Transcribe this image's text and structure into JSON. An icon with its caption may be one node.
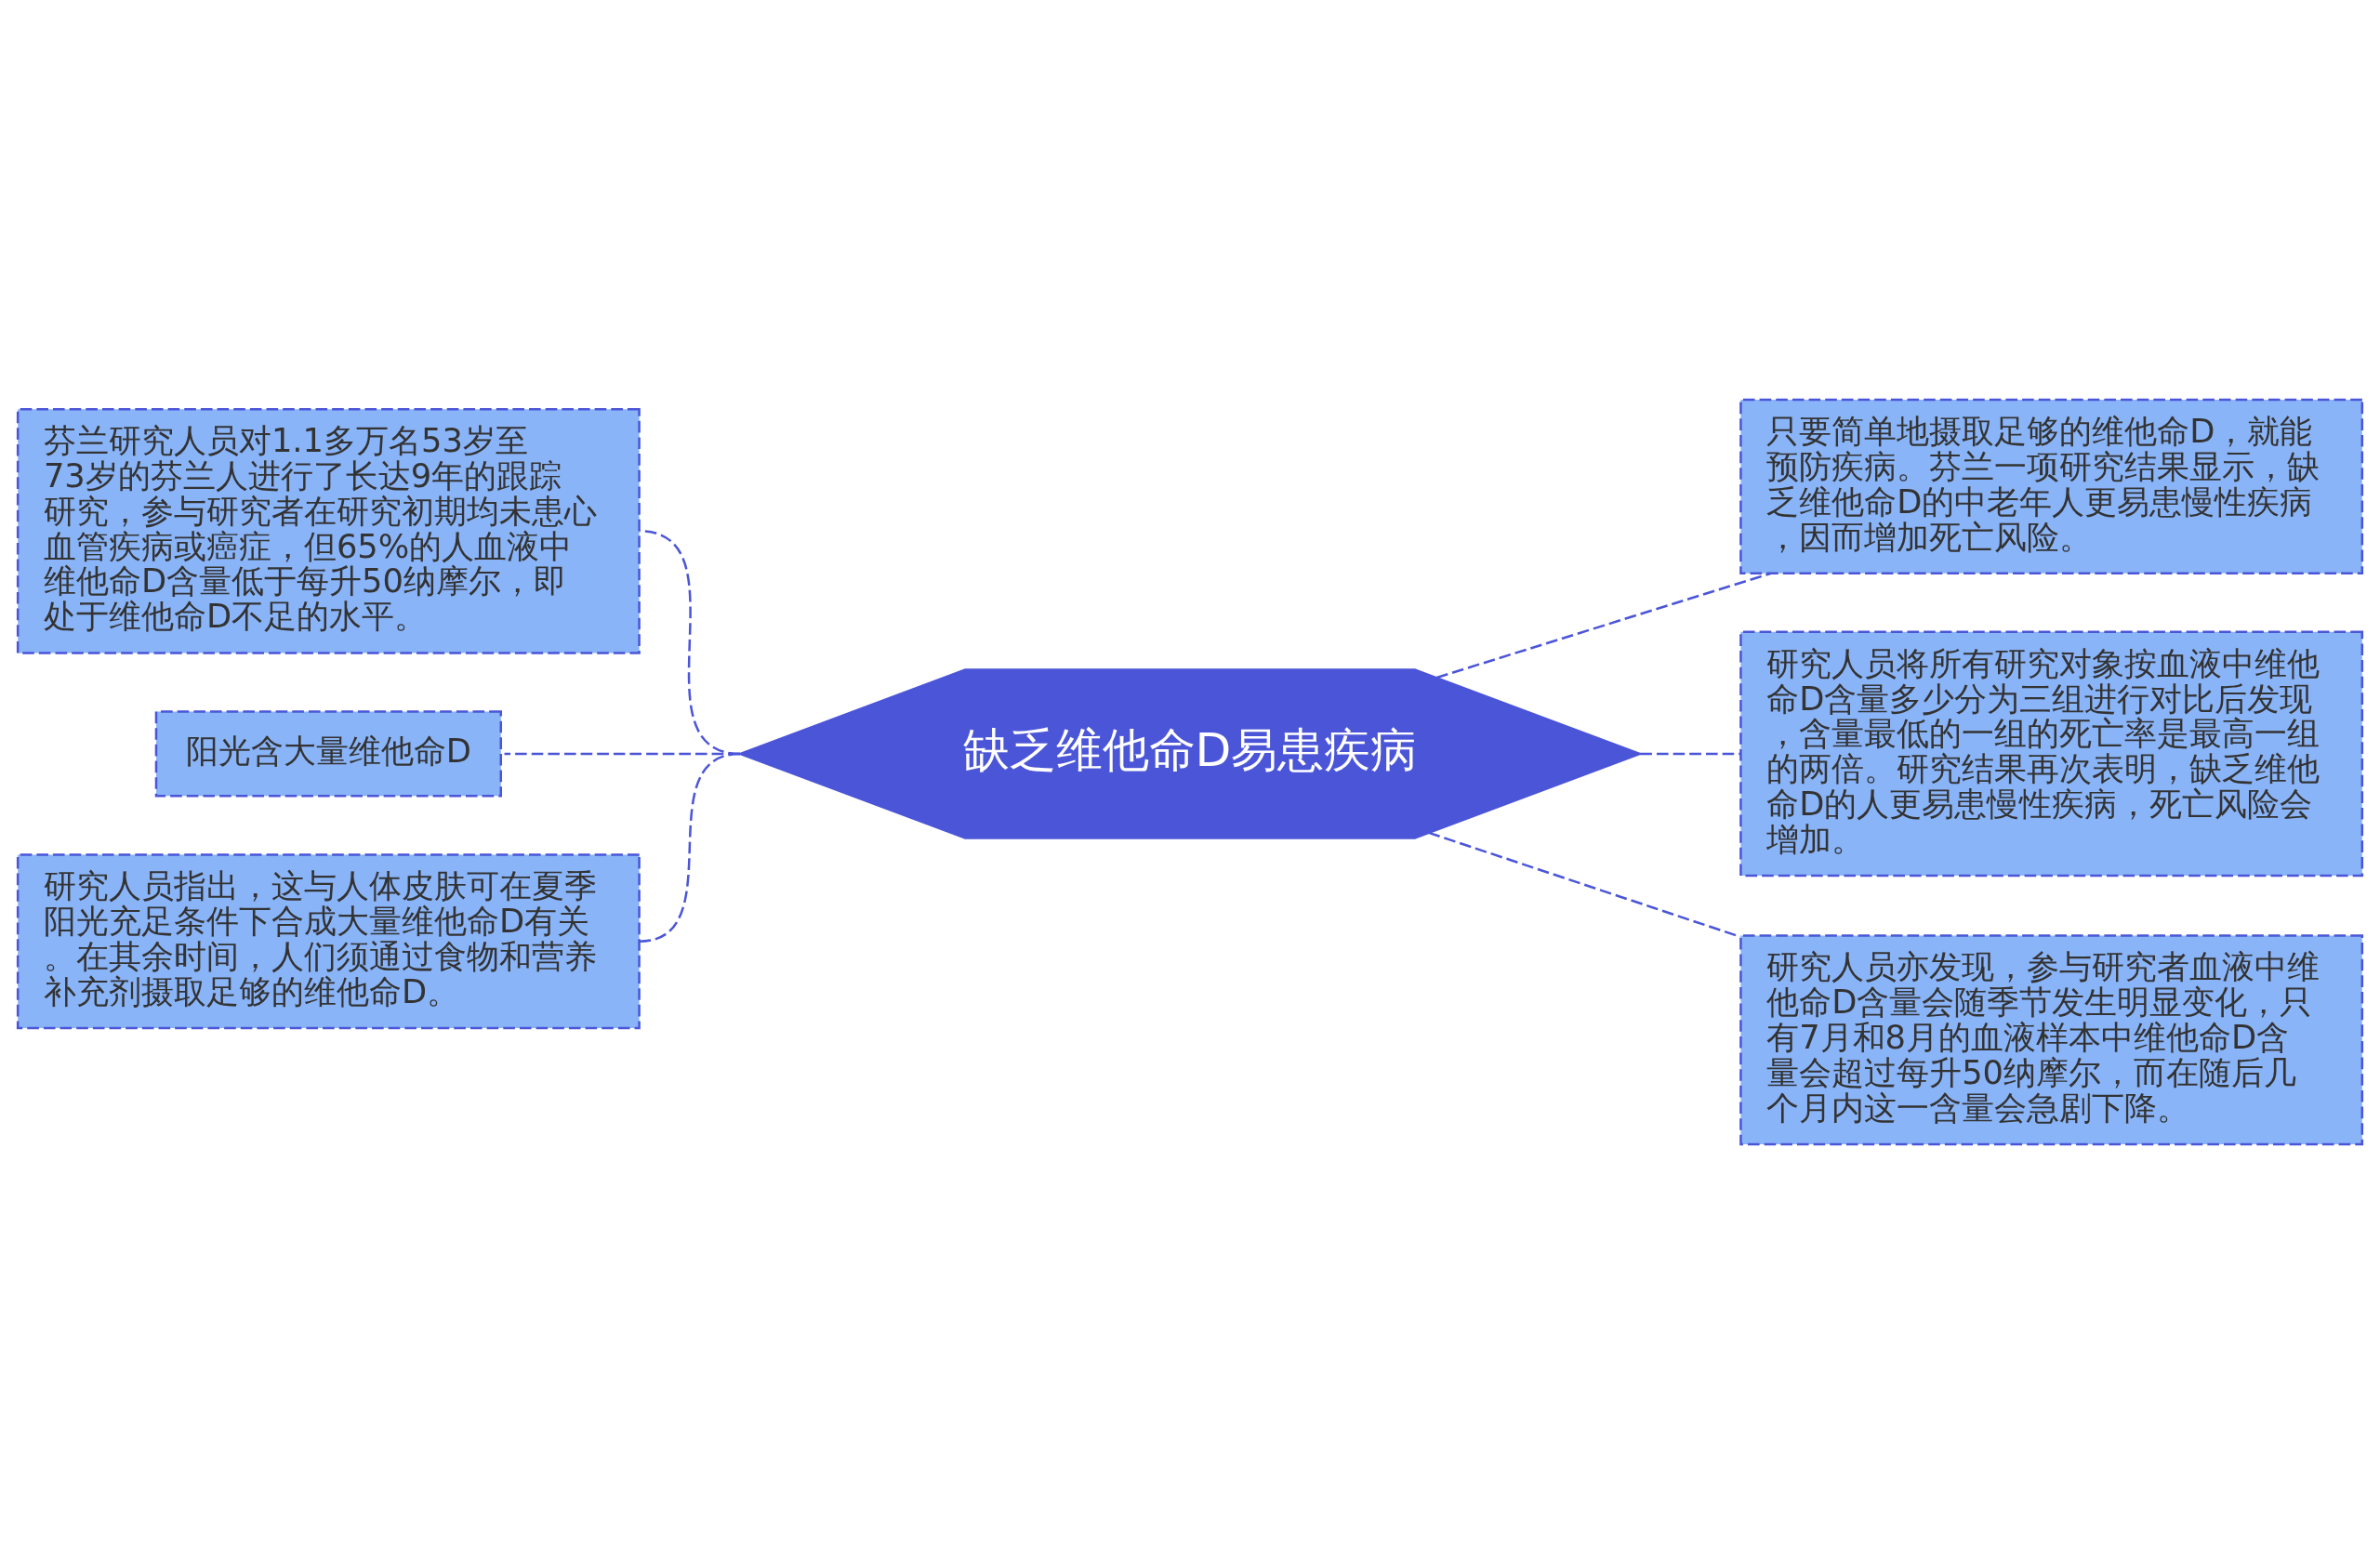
{
  "diagram": {
    "nodes": [
      {
        "text": [
          "缺乏维他命D易患疾病"
        ]
      },
      {
        "text": [
          "芬兰研究人员对1.1多万名53岁至73岁的芬兰人进行了长达9年的跟踪研究，参与研究者在研究初期均未患心血管疾病或癌症，但65%的人血液中维他命D含量低于每升50纳摩尔，即处于维他命D不足的水平。"
        ]
      },
      {
        "text": [
          "阳光含大量维他命D"
        ]
      },
      {
        "text": [
          "研究人员指出，这与人体皮肤可在夏季阳光充足条件下合成大量维他命D有关。在其余时间，人们须通过食物和营养补充剂摄取足够的维他命D。"
        ]
      },
      {
        "text": [
          "只要简单地摄取足够的维他命D，就能预防疾病。芬兰一项研究结果显示，缺乏维他命D的中老年人更易患慢性疾病，因而增加死亡风险。"
        ]
      },
      {
        "text": [
          "研究人员将所有研究对象按血液中维他命D含量多少分为三组进行对比后发现，含量最低的一组的死亡率是最高一组的两倍。研究结果再次表明，缺乏维他命D的人更易患慢性疾病，死亡风险会增加。"
        ]
      },
      {
        "text": [
          "研究人员亦发现，参与研究者血液中维他命D含量会随季节发生明显变化，只有7月和8月的血液样本中维他命D含量会超过每升50纳摩尔，而在随后几个月内这一含量会急剧下降。"
        ]
      }
    ],
    "edges": [
      {
        "from": 0,
        "to": 1,
        "arrow": "none",
        "style": "dashed"
      },
      {
        "from": 0,
        "to": 2,
        "arrow": "none",
        "style": "dashed"
      },
      {
        "from": 0,
        "to": 3,
        "arrow": "none",
        "style": "dashed"
      },
      {
        "from": 0,
        "to": 4,
        "arrow": "none",
        "style": "dashed"
      },
      {
        "from": 0,
        "to": 5,
        "arrow": "none",
        "style": "dashed"
      },
      {
        "from": 0,
        "to": 6,
        "arrow": "none",
        "style": "dashed"
      }
    ]
  }
}
